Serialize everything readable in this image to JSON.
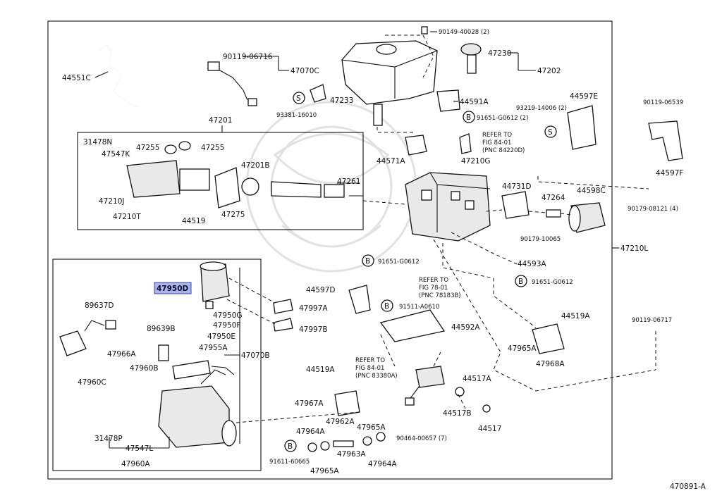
{
  "diagram_id": "470891-A",
  "highlighted_part": "47950D",
  "labels": {
    "p44551C": "44551C",
    "p90119_06716": "90119-06716",
    "p47070C": "47070C",
    "p47233": "47233",
    "p93381_16010": "93381-16010",
    "p90149_40028": "90149-40028 (2)",
    "p47230": "47230",
    "p47202": "47202",
    "p44591A": "44591A",
    "p91651_G0612_2": "91651-G0612 (2)",
    "p93219_14006": "93219-14006 (2)",
    "p44597E": "44597E",
    "p90119_06539": "90119-06539",
    "p44597F": "44597F",
    "p47201": "47201",
    "p31478N": "31478N",
    "p47547K": "47547K",
    "p47255a": "47255",
    "p47255b": "47255",
    "p47201B": "47201B",
    "p47261": "47261",
    "p47210J": "47210J",
    "p47210T": "47210T",
    "p44519": "44519",
    "p47275": "47275",
    "p44571A": "44571A",
    "p47210G": "47210G",
    "refer_84_01_a": "REFER TO",
    "refer_84_01_b": "FIG 84-01",
    "refer_84_01_c": "(PNC 84220D)",
    "p44731D": "44731D",
    "p47264": "47264",
    "p44598C": "44598C",
    "p90179_08121": "90179-08121 (4)",
    "p90179_10065": "90179-10065",
    "p47210L": "47210L",
    "p91651_G0612_a": "91651-G0612",
    "p44593A": "44593A",
    "p91651_G0612_b": "91651-G0612",
    "p44597D": "44597D",
    "refer_78_01_a": "REFER TO",
    "refer_78_01_b": "FIG 78-01",
    "refer_78_01_c": "(PNC 78183B)",
    "p91511_A0610": "91511-A0610",
    "p44592A": "44592A",
    "p44519A_r": "44519A",
    "p47965A_r": "47965A",
    "p47968A": "47968A",
    "p90119_06717": "90119-06717",
    "p47950D": "47950D",
    "p47997A": "47997A",
    "p47997B": "47997B",
    "p47950G": "47950G",
    "p47950F": "47950F",
    "p47950E": "47950E",
    "p47955A": "47955A",
    "p89637D": "89637D",
    "p89639B": "89639B",
    "p47966A": "47966A",
    "p47960B": "47960B",
    "p47960C": "47960C",
    "p47070B": "47070B",
    "p31478P": "31478P",
    "p47547L": "47547L",
    "p47960A": "47960A",
    "refer_84_01b_a": "REFER TO",
    "refer_84_01b_b": "FIG 84-01",
    "refer_84_01b_c": "(PNC 83380A)",
    "p44519A_c": "44519A",
    "p47967A": "47967A",
    "p47964A_a": "47964A",
    "p47962A": "47962A",
    "p47965A_c": "47965A",
    "p47963A": "47963A",
    "p47964A_b": "47964A",
    "p91611_60665": "91611-60665",
    "p47965A_b": "47965A",
    "p44517A": "44517A",
    "p44517B": "44517B",
    "p44517": "44517",
    "p90464_00657": "90464-00657 (7)",
    "badge_S": "S",
    "badge_B": "B"
  }
}
